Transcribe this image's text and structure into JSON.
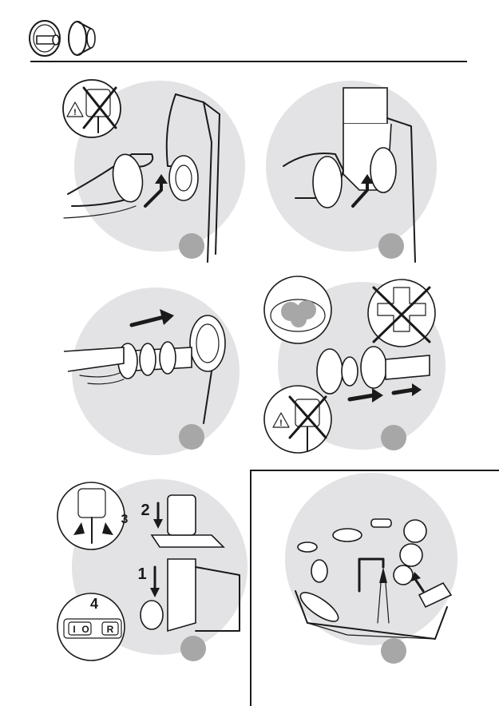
{
  "header": {
    "icons": [
      "pusher-icon",
      "ring-icon"
    ],
    "rule_color": "#1a1a1a"
  },
  "step5": {
    "step_numbers": [
      "2",
      "3",
      "1"
    ],
    "switch_label": "4",
    "switch_positions": [
      "I",
      "O",
      "R"
    ]
  },
  "colors": {
    "background_blob": "#e3e3e5",
    "step_marker": "#a7a7a7",
    "outline": "#1a1a1a"
  }
}
